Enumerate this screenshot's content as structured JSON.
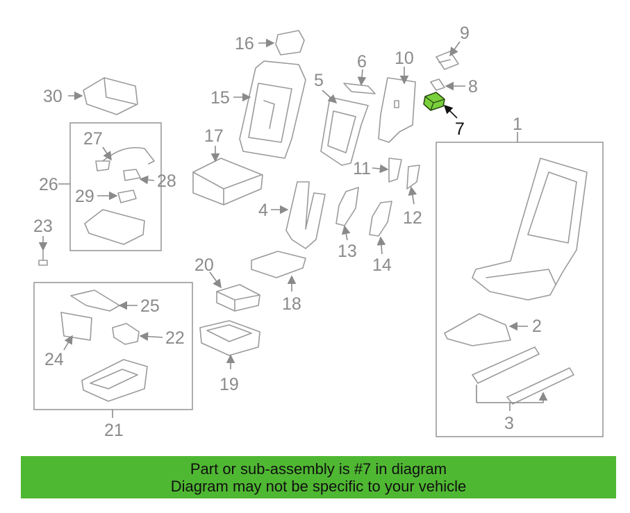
{
  "highlight_color": "#7ad03c",
  "banner_color": "#4fb832",
  "callouts": [
    "1",
    "2",
    "3",
    "4",
    "5",
    "6",
    "7",
    "8",
    "9",
    "10",
    "11",
    "12",
    "13",
    "14",
    "15",
    "16",
    "17",
    "18",
    "19",
    "20",
    "21",
    "22",
    "23",
    "24",
    "25",
    "26",
    "27",
    "28",
    "29",
    "30"
  ],
  "highlighted_callout": "7",
  "banner": {
    "line1": "Part or sub-assembly is #7 in diagram",
    "line2": "Diagram may not be specific to your vehicle"
  }
}
